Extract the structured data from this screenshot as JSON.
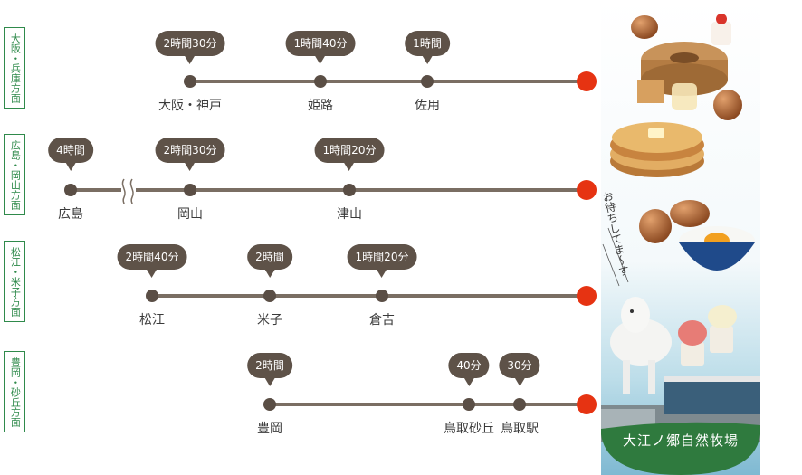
{
  "routes": [
    {
      "label": "大阪・兵庫方面",
      "stations": [
        {
          "name": "大阪・神戸",
          "time": "2時間30分"
        },
        {
          "name": "姫路",
          "time": "1時間40分"
        },
        {
          "name": "佐用",
          "time": "1時間"
        }
      ]
    },
    {
      "label": "広島・岡山方面",
      "stations": [
        {
          "name": "広島",
          "time": "4時間"
        },
        {
          "name": "岡山",
          "time": "2時間30分"
        },
        {
          "name": "津山",
          "time": "1時間20分"
        }
      ]
    },
    {
      "label": "松江・米子方面",
      "stations": [
        {
          "name": "松江",
          "time": "2時間40分"
        },
        {
          "name": "米子",
          "time": "2時間"
        },
        {
          "name": "倉吉",
          "time": "1時間20分"
        }
      ]
    },
    {
      "label": "豊岡・砂丘方面",
      "stations": [
        {
          "name": "豊岡",
          "time": "2時間"
        },
        {
          "name": "鳥取砂丘",
          "time": "40分"
        },
        {
          "name": "鳥取駅",
          "time": "30分"
        }
      ]
    }
  ],
  "destination": {
    "name": "大江ノ郷自然牧場",
    "message": "お待ちしてま～す",
    "color": "#e63312"
  },
  "colors": {
    "label_border": "#2f8a4b",
    "line": "#7a6e63",
    "bubble": "#5e5248",
    "panel_green": "#2f7a3e"
  },
  "icons": [
    "eggs-image",
    "baumkuchen-image",
    "pancake-image",
    "egg-rice-bowl-image",
    "goat-image",
    "gelato-image",
    "farm-building-image"
  ]
}
